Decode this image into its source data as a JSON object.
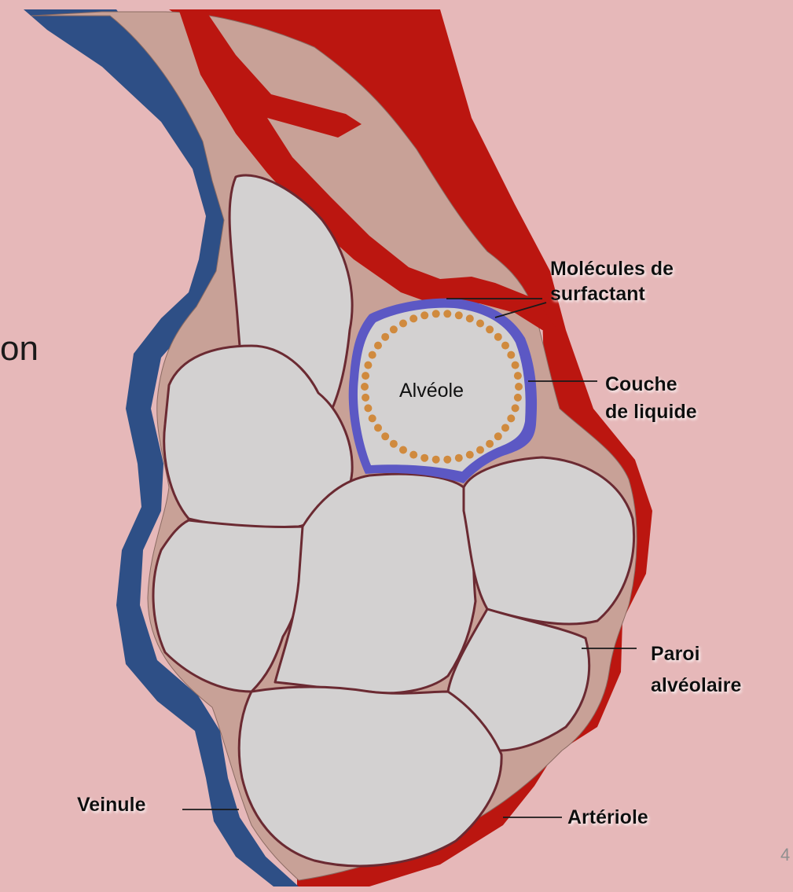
{
  "slide": {
    "text_fragment": "on",
    "page_number": "4"
  },
  "diagram": {
    "labels": {
      "alveole": "Alvéole",
      "surfactant_line1": "Molécules de",
      "surfactant_line2": "surfactant",
      "liquid_line1": "Couche",
      "liquid_line2": "de liquide",
      "wall_line1": "Paroi",
      "wall_line2": "alvéolaire",
      "venule": "Veinule",
      "arteriole": "Artériole"
    },
    "colors": {
      "background": "#e6b8b9",
      "tissue": "#c8a197",
      "alveolus": "#d3d1d1",
      "septum": "#6b2a32",
      "artery": "#bb1610",
      "vein": "#2e4f86",
      "liquid_layer": "#5c58c4",
      "surfactant": "#d08a3e"
    }
  }
}
